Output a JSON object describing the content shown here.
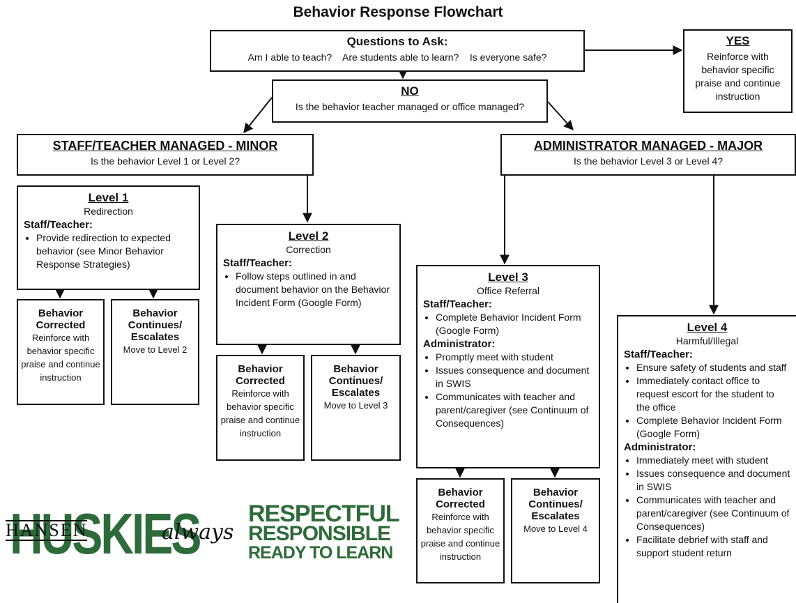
{
  "title": "Behavior Response Flowchart",
  "questions": {
    "heading": "Questions to Ask:",
    "q1": "Am I able to teach?",
    "q2": "Are students able to learn?",
    "q3": "Is everyone safe?"
  },
  "yes": {
    "heading": "YES",
    "text": "Reinforce with behavior specific praise and continue instruction"
  },
  "no": {
    "heading": "NO",
    "text": "Is the behavior teacher managed or office managed?"
  },
  "minor": {
    "heading": "STAFF/TEACHER MANAGED - MINOR",
    "text": "Is the behavior Level 1 or Level 2?"
  },
  "major": {
    "heading": "ADMINISTRATOR MANAGED - MAJOR",
    "text": "Is the behavior Level 3 or Level 4?"
  },
  "level1": {
    "heading": "Level 1",
    "sub": "Redirection",
    "role": "Staff/Teacher:",
    "items": [
      "Provide redirection to expected behavior (see Minor Behavior Response Strategies)"
    ]
  },
  "level2": {
    "heading": "Level 2",
    "sub": "Correction",
    "role": "Staff/Teacher:",
    "items": [
      "Follow steps outlined in and document behavior on the Behavior Incident Form (Google Form)"
    ]
  },
  "level3": {
    "heading": "Level 3",
    "sub": "Office Referral",
    "role1": "Staff/Teacher:",
    "items1": [
      "Complete Behavior Incident Form (Google Form)"
    ],
    "role2": "Administrator:",
    "items2": [
      "Promptly meet with student",
      "Issues consequence and document in SWIS",
      "Communicates with teacher and parent/caregiver (see Continuum of Consequences)"
    ]
  },
  "level4": {
    "heading": "Level 4",
    "sub": "Harmful/Illegal",
    "role1": "Staff/Teacher:",
    "items1": [
      "Ensure safety of students and staff",
      "Immediately contact office to request escort for the student to the office",
      "Complete Behavior Incident Form (Google Form)"
    ],
    "role2": "Administrator:",
    "items2": [
      "Immediately meet with student",
      "Issues consequence and document in SWIS",
      "Communicates with teacher and parent/caregiver (see Continuum of Consequences)",
      "Facilitate debrief with staff and support student return"
    ]
  },
  "outcomes": {
    "corrected_title": "Behavior Corrected",
    "corrected_text": "Reinforce with behavior specific praise and continue instruction",
    "continues_title": "Behavior Continues/ Escalates",
    "move2": "Move to Level 2",
    "move3": "Move to Level 3",
    "move4": "Move to Level 4"
  },
  "logo": {
    "hansen": "HANSEN",
    "huskies": "HUSKIES",
    "always": "always",
    "line1": "RESPECTFUL",
    "line2": "RESPONSIBLE",
    "line3": "READY TO LEARN",
    "green": "#2e6b3a"
  }
}
